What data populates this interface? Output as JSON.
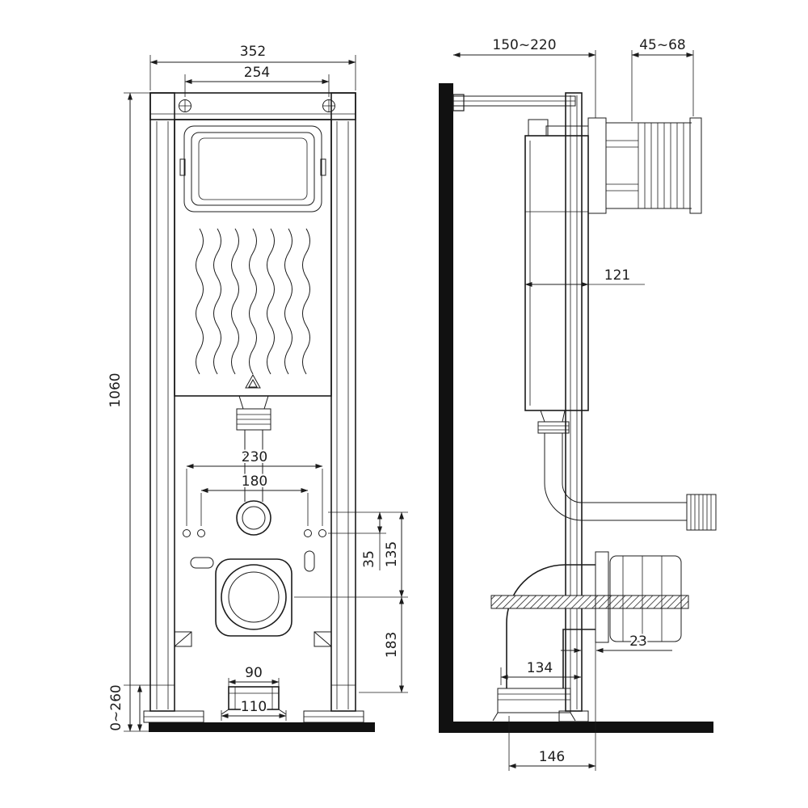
{
  "colors": {
    "line": "#1c1c1c",
    "solid_fill": "#111111",
    "background": "#ffffff"
  },
  "front_view": {
    "dims": {
      "overall_width": "352",
      "top_fixing_spacing": "254",
      "overall_height": "1060",
      "foot_adjustment": "0~260",
      "fixing_spacing_outer": "230",
      "fixing_spacing_inner": "180",
      "fixings_to_outlet": "135",
      "fixing_rows_gap": "35",
      "outlet_to_base": "183",
      "support_width": "90",
      "support_base_width": "110"
    }
  },
  "side_view": {
    "dims": {
      "wall_to_front": "150~220",
      "actuator_adjustment": "45~68",
      "cistern_depth": "121",
      "frame_to_flange_gap": "23",
      "outlet_elbow_depth": "134",
      "drain_to_flange": "146"
    }
  }
}
